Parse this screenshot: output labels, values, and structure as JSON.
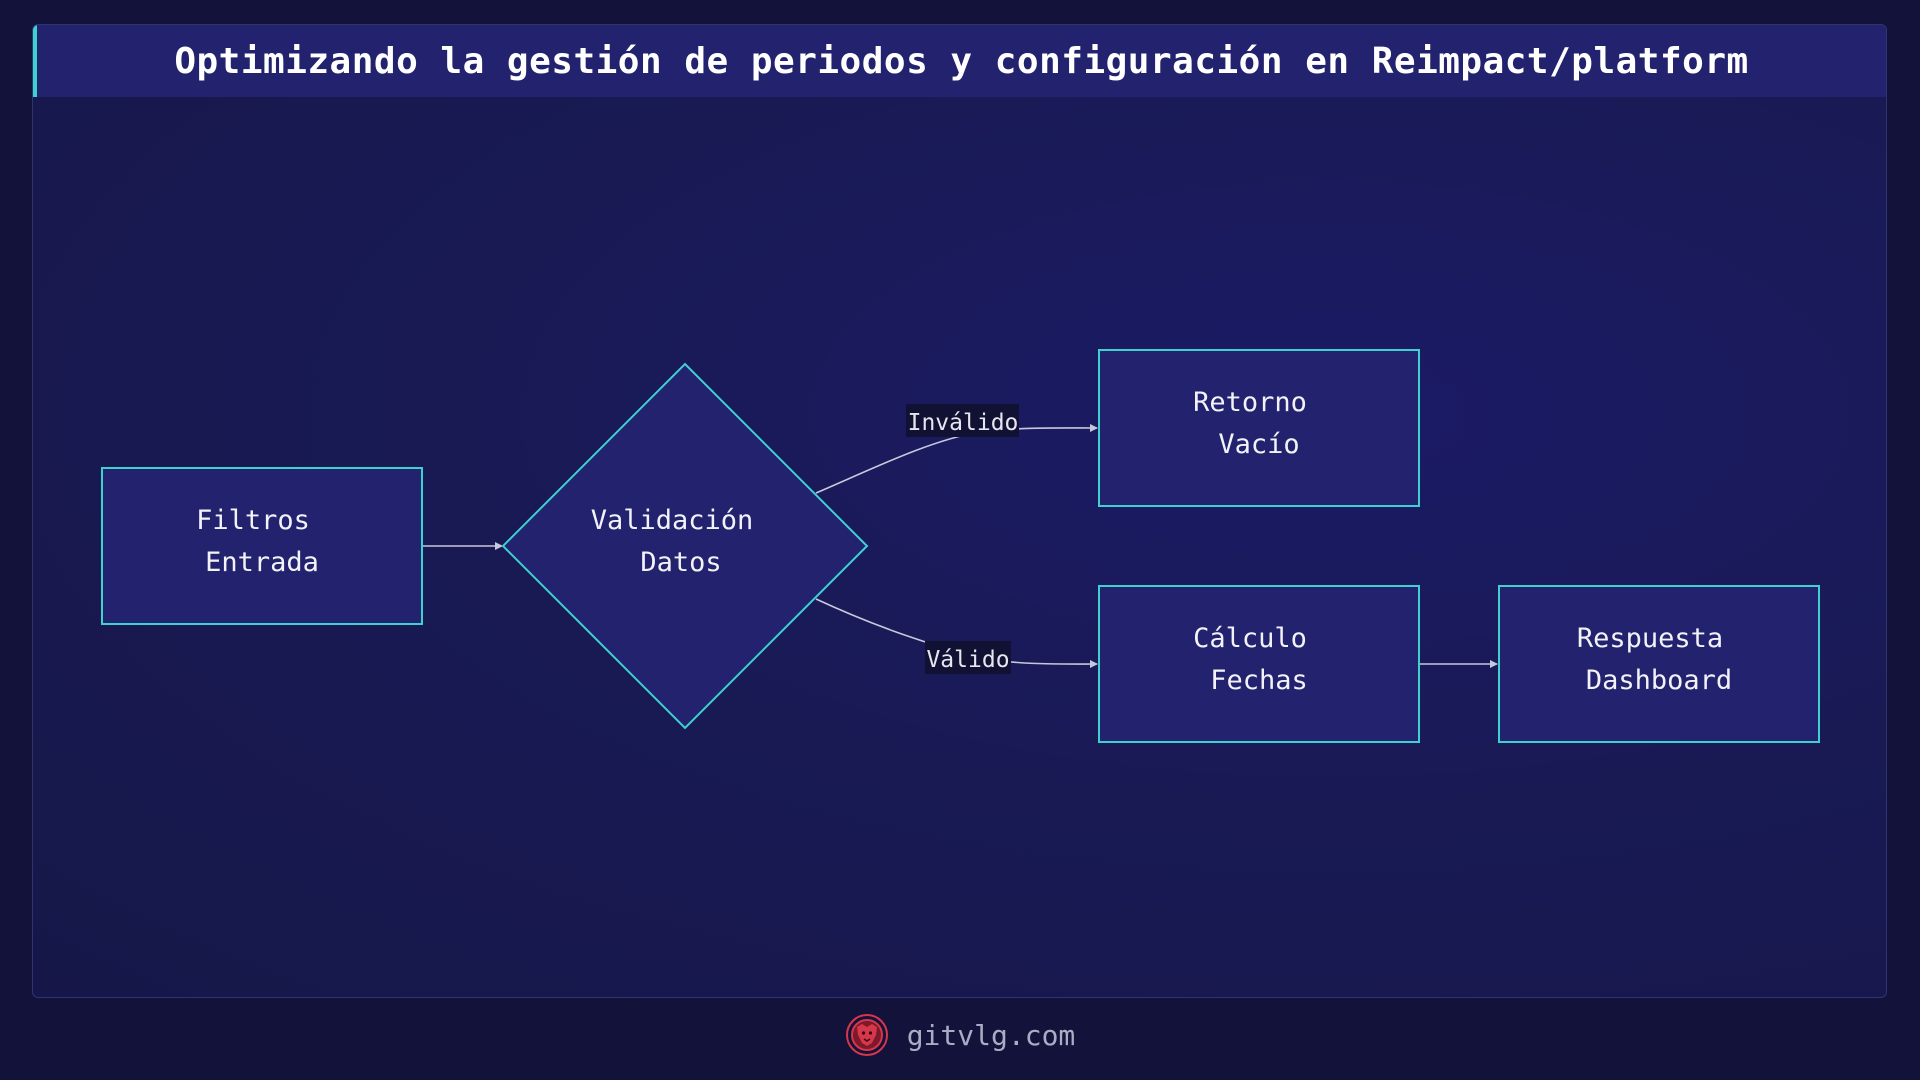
{
  "title": "Optimizando la gestión de periodos y configuración en Reimpact/platform",
  "nodes": {
    "filtros": {
      "line1": "Filtros",
      "line2": "Entrada"
    },
    "validacion": {
      "line1": "Validación",
      "line2": "Datos"
    },
    "retorno": {
      "line1": "Retorno",
      "line2": "Vacío"
    },
    "calculo": {
      "line1": "Cálculo",
      "line2": "Fechas"
    },
    "respuesta": {
      "line1": "Respuesta",
      "line2": "Dashboard"
    }
  },
  "edges": {
    "invalido_label": "Inválido",
    "valido_label": "Válido"
  },
  "footer": {
    "site": "gitvlg.com",
    "logo_icon": "lion-logo-icon"
  },
  "colors": {
    "background": "#12123a",
    "node_fill": "#22226e",
    "node_border": "#3fd0d0",
    "edge": "#c8c8dc",
    "logo": "#d8364a"
  }
}
